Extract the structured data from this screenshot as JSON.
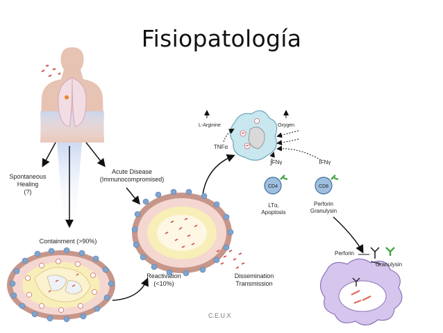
{
  "slide": {
    "title": "Fisiopatología",
    "footer": "C.E.U.X"
  },
  "diagram": {
    "labels": {
      "spontaneous_1": "Spontaneous",
      "spontaneous_2": "Healing",
      "spontaneous_3": "(?)",
      "acute_1": "Acute Disease",
      "acute_2": "(Immunocompromised)",
      "containment": "Containment (>90%)",
      "reactivation_1": "Reactivation",
      "reactivation_2": "(<10%)",
      "dissemination_1": "Dissemination",
      "dissemination_2": "Transmission",
      "l_arginine": "L-Arginine",
      "oxygen": "Oxygen",
      "tnf": "TNFα",
      "ifn_a": "IFNγ",
      "ifn_b": "IFNγ",
      "cd4": "CD4",
      "cd8": "CD8",
      "lta_1": "LTα,",
      "lta_2": "Apoptosis",
      "perforin_granulysin_1": "Perforin",
      "perforin_granulysin_2": "Granulysin",
      "perforin": "Perforin",
      "granulysin": "Granulysin"
    }
  },
  "colors": {
    "skin": "#e7c3b4",
    "lung": "#f1e3ea",
    "granuloma_outer": "#b07a6a",
    "granuloma_inner": "#f6e7a8",
    "cell_blue": "#7ea4cf",
    "macrophage": "#c8e7ef",
    "target_cell": "#d6c6ee",
    "bacilli": "#e04848",
    "green_receptor": "#4aa54a"
  }
}
